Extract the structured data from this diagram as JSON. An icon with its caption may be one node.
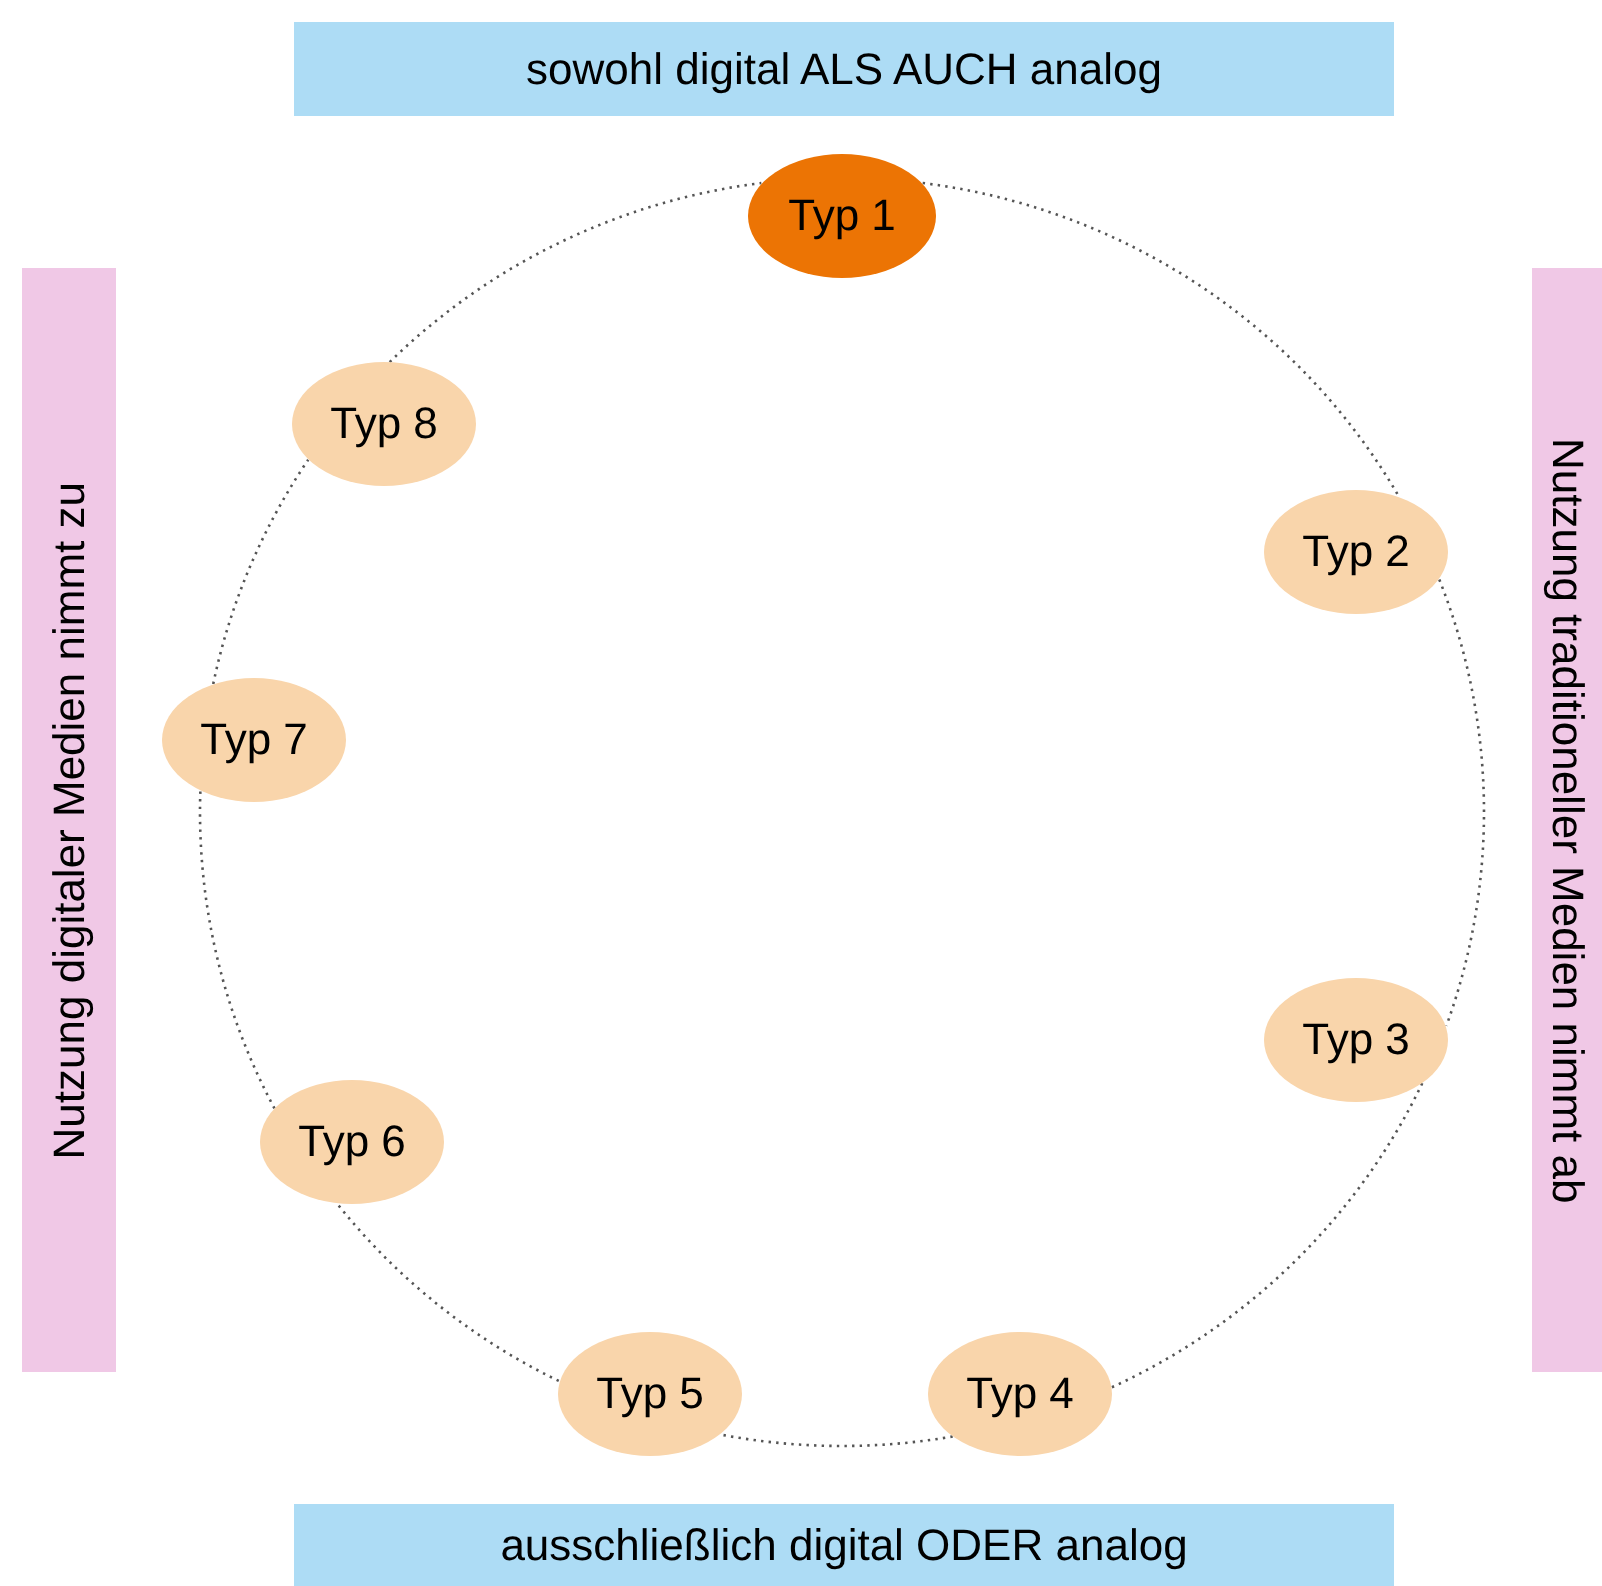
{
  "diagram": {
    "nodes": [
      {
        "text": [
          "sowohl digital ALS AUCH analog"
        ]
      },
      {
        "text": [
          "Nutzung digitaler Medien nimmt zu"
        ]
      },
      {
        "text": [
          "Nutzung traditioneller Medien nimmt ab"
        ]
      },
      {
        "text": [
          "ausschließlich digital ODER analog"
        ]
      },
      {
        "text": [
          "Typ 1"
        ]
      },
      {
        "text": [
          "Typ 2"
        ]
      },
      {
        "text": [
          "Typ 3"
        ]
      },
      {
        "text": [
          "Typ 4"
        ]
      },
      {
        "text": [
          "Typ 5"
        ]
      },
      {
        "text": [
          "Typ 6"
        ]
      },
      {
        "text": [
          "Typ 7"
        ]
      },
      {
        "text": [
          "Typ 8"
        ]
      }
    ],
    "edges": [
      {
        "from": 4,
        "to": 5,
        "arrow": "none",
        "style": "dashed"
      },
      {
        "from": 5,
        "to": 6,
        "arrow": "none",
        "style": "dashed"
      },
      {
        "from": 6,
        "to": 7,
        "arrow": "none",
        "style": "dashed"
      },
      {
        "from": 7,
        "to": 8,
        "arrow": "none",
        "style": "dashed"
      },
      {
        "from": 8,
        "to": 9,
        "arrow": "none",
        "style": "dashed"
      },
      {
        "from": 9,
        "to": 10,
        "arrow": "none",
        "style": "dashed"
      },
      {
        "from": 10,
        "to": 11,
        "arrow": "none",
        "style": "dashed"
      },
      {
        "from": 11,
        "to": 4,
        "arrow": "none",
        "style": "dashed"
      }
    ]
  }
}
